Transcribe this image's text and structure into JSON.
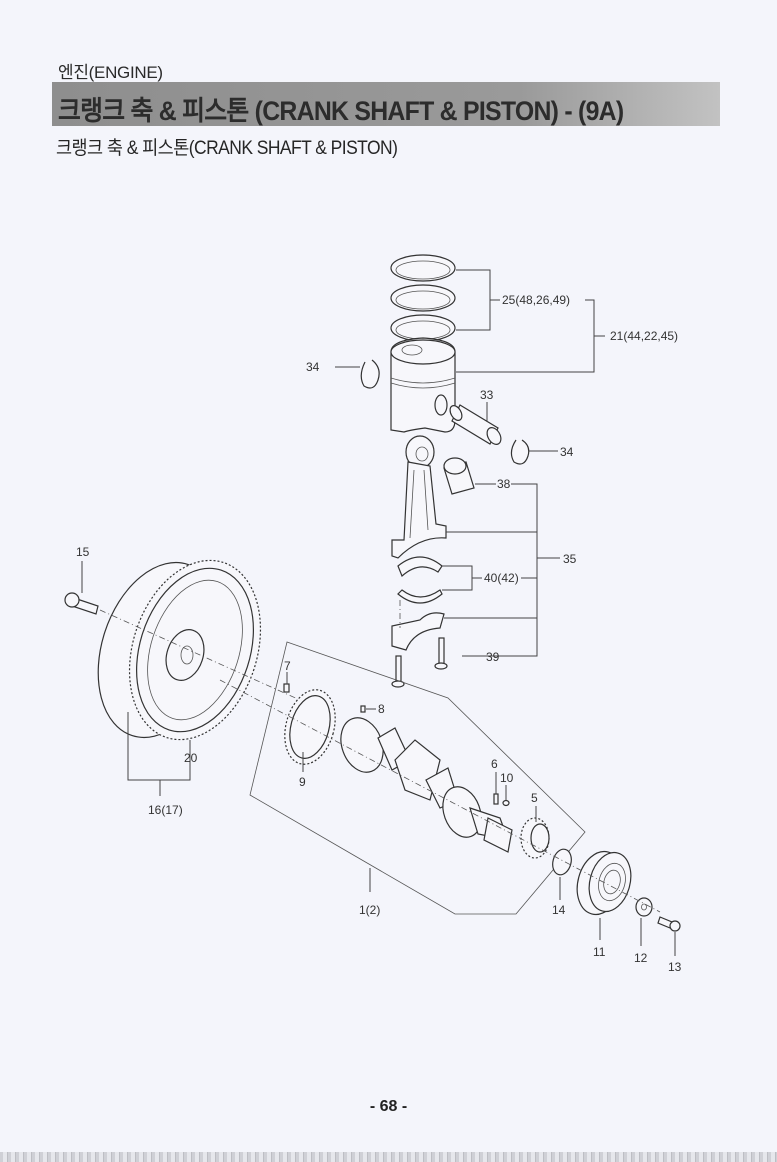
{
  "header": {
    "section": "엔진(ENGINE)",
    "title": "크랭크 축 & 피스톤 (CRANK SHAFT & PISTON) - (9A)",
    "subtitle": "크랭크 축 & 피스톤(CRANK SHAFT & PISTON)"
  },
  "diagram": {
    "callouts": {
      "c25": "25(48,26,49)",
      "c21": "21(44,22,45)",
      "c34a": "34",
      "c33": "33",
      "c34b": "34",
      "c38": "38",
      "c35": "35",
      "c40": "40(42)",
      "c39": "39",
      "c15": "15",
      "c7": "7",
      "c8": "8",
      "c20": "20",
      "c9": "9",
      "c16": "16(17)",
      "c6": "6",
      "c10": "10",
      "c5": "5",
      "c1": "1(2)",
      "c14": "14",
      "c11": "11",
      "c12": "12",
      "c13": "13"
    },
    "parts": [
      {
        "no": "1(2)",
        "name": "crankshaft-assembly"
      },
      {
        "no": "5",
        "name": "crankshaft-gear"
      },
      {
        "no": "6",
        "name": "key"
      },
      {
        "no": "7",
        "name": "pin"
      },
      {
        "no": "8",
        "name": "pin"
      },
      {
        "no": "9",
        "name": "ring-gear"
      },
      {
        "no": "10",
        "name": "key"
      },
      {
        "no": "11",
        "name": "pulley"
      },
      {
        "no": "12",
        "name": "washer"
      },
      {
        "no": "13",
        "name": "bolt"
      },
      {
        "no": "14",
        "name": "o-ring"
      },
      {
        "no": "15",
        "name": "flywheel-bolt"
      },
      {
        "no": "16(17)",
        "name": "flywheel-assembly"
      },
      {
        "no": "20",
        "name": "flywheel-ring-gear"
      },
      {
        "no": "21(44,22,45)",
        "name": "piston-assembly"
      },
      {
        "no": "25(48,26,49)",
        "name": "piston-ring-set"
      },
      {
        "no": "33",
        "name": "piston-pin"
      },
      {
        "no": "34",
        "name": "snap-ring"
      },
      {
        "no": "35",
        "name": "connecting-rod-assembly"
      },
      {
        "no": "38",
        "name": "bushing"
      },
      {
        "no": "39",
        "name": "connecting-rod-bolt"
      },
      {
        "no": "40(42)",
        "name": "bearing"
      }
    ]
  },
  "footer": {
    "page": "- 68 -"
  }
}
